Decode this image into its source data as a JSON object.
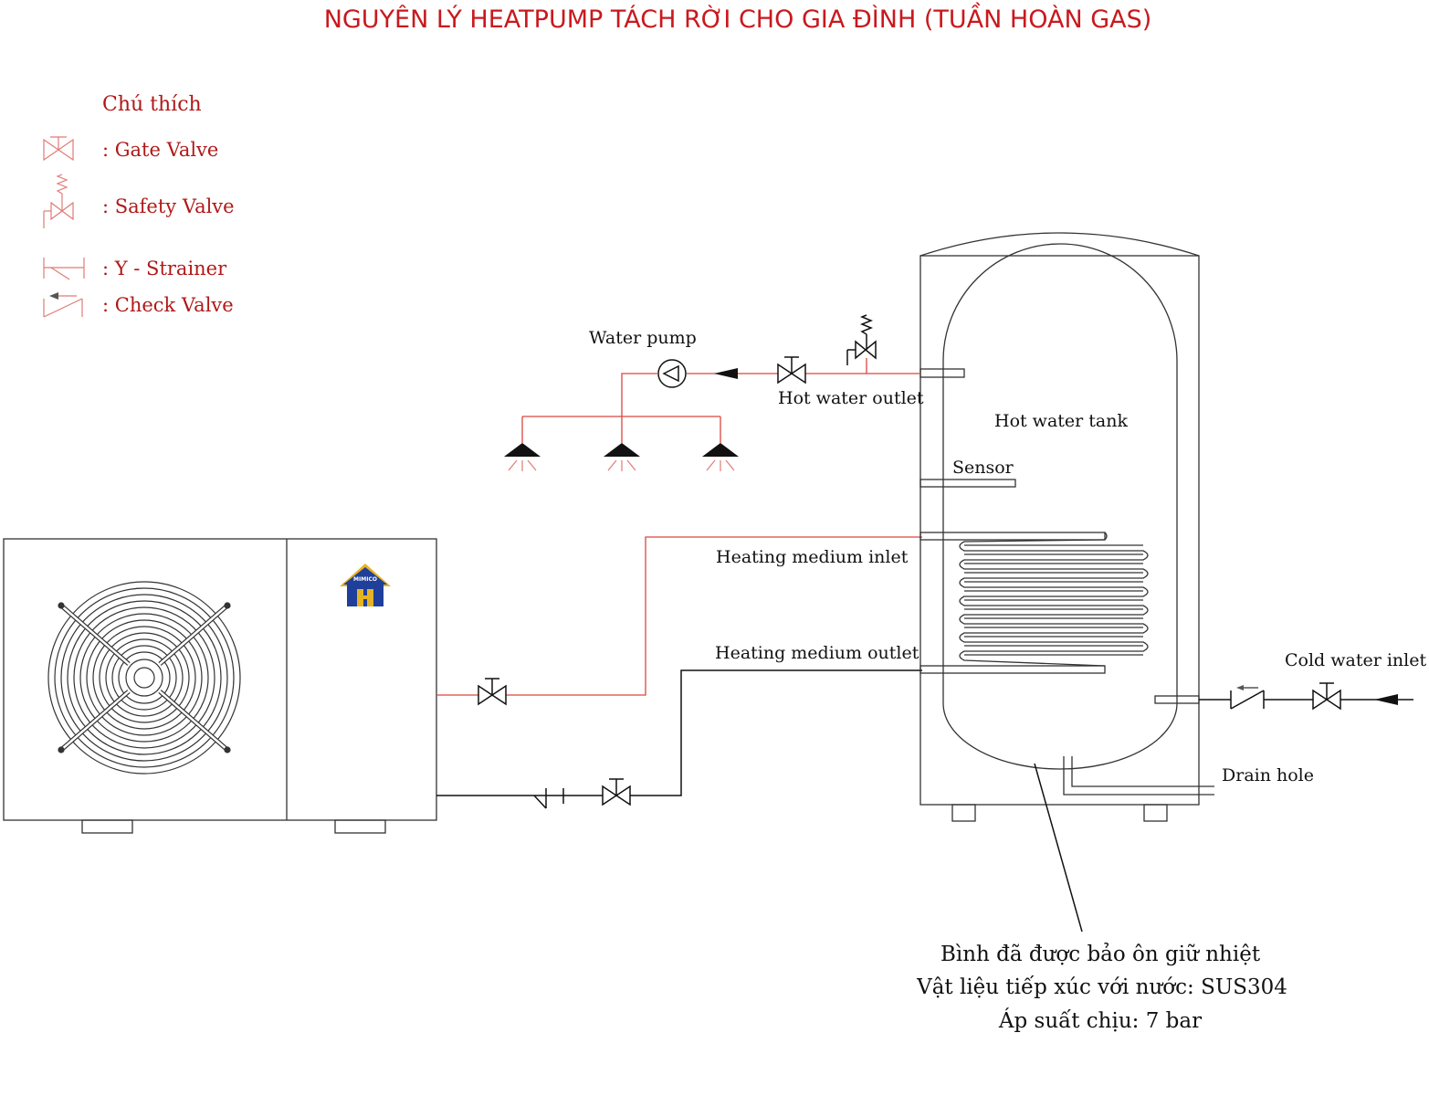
{
  "title": "NGUYÊN LÝ HEATPUMP TÁCH RỜI CHO GIA ĐÌNH (TUẦN HOÀN GAS)",
  "legend": {
    "heading": "Chú thích",
    "items": [
      {
        "symbol": "gate-valve",
        "label": ": Gate Valve"
      },
      {
        "symbol": "safety-valve",
        "label": ": Safety Valve"
      },
      {
        "symbol": "y-strainer",
        "label": ": Y - Strainer"
      },
      {
        "symbol": "check-valve",
        "label": ": Check Valve"
      }
    ]
  },
  "labels": {
    "water_pump": "Water pump",
    "hot_water_outlet": "Hot water outlet",
    "hot_water_tank": "Hot water tank",
    "sensor": "Sensor",
    "heating_medium_inlet": "Heating medium inlet",
    "heating_medium_outlet": "Heating medium outlet",
    "cold_water_inlet": "Cold water inlet",
    "drain_hole": "Drain hole"
  },
  "logo_text": "MIMICO",
  "tank_note": {
    "line1": "Bình đã được bảo ôn giữ nhiệt",
    "line2": "Vật liệu tiếp xúc với nước: SUS304",
    "line3": "Áp suất chịu: 7 bar"
  },
  "colors": {
    "title": "#c8191e",
    "legend_text": "#b01818",
    "hot_pipe": "#d9463f",
    "cold_pipe": "#111111",
    "logo_blue": "#1f3f9a",
    "logo_gold": "#e6b422"
  }
}
